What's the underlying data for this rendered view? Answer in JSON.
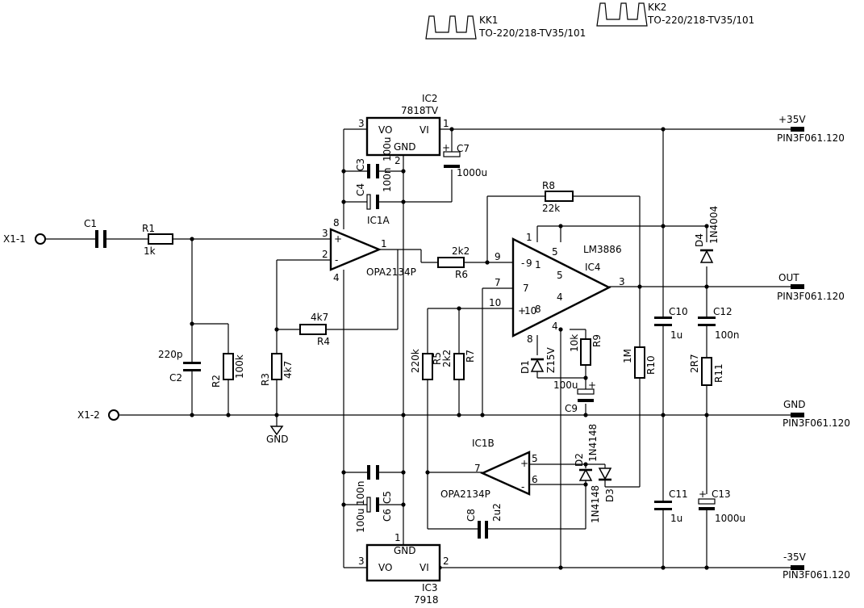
{
  "heatsinks": [
    {
      "ref": "KK1",
      "package": "TO-220/218-TV35/101"
    },
    {
      "ref": "KK2",
      "package": "TO-220/218-TV35/101"
    }
  ],
  "connectors": {
    "x1_1": "X1-1",
    "x1_2": "X1-2",
    "pos": {
      "net": "+35V",
      "part": "PIN3F061.120"
    },
    "out": {
      "net": "OUT",
      "part": "PIN3F061.120"
    },
    "gnd": {
      "net": "GND",
      "part": "PIN3F061.120"
    },
    "neg": {
      "net": "-35V",
      "part": "PIN3F061.120"
    }
  },
  "regulators": {
    "ic2": {
      "ref": "IC2",
      "part": "7818TV",
      "vo": "VO",
      "vi": "VI",
      "gnd": "GND",
      "pin_vo": "3",
      "pin_vi": "1",
      "pin_gnd": "2"
    },
    "ic3": {
      "ref": "IC3",
      "part": "7918",
      "vo": "VO",
      "vi": "VI",
      "gnd": "GND",
      "pin_vo": "3",
      "pin_vi": "2",
      "pin_gnd": "1"
    }
  },
  "opamps": {
    "ic1a": {
      "ref": "IC1A",
      "part": "OPA2134P",
      "pin_plus": "3",
      "pin_minus": "2",
      "pin_out": "1",
      "pin_vcc": "8",
      "pin_vee": "4"
    },
    "ic1b": {
      "ref": "IC1B",
      "part": "OPA2134P",
      "pin_plus": "5",
      "pin_minus": "6",
      "pin_out": "7"
    }
  },
  "power_amp": {
    "ref": "IC4",
    "part": "LM3886",
    "pins": {
      "p1": "1",
      "p5": "5",
      "p9": "9",
      "p7": "7",
      "p10": "10",
      "p8": "8",
      "p4": "4",
      "p3": "3"
    },
    "inner": {
      "minus": "-",
      "plus": "+",
      "n9": "9",
      "n1": "1",
      "n5": "5",
      "n7": "7",
      "n4": "4",
      "n10": "10",
      "n8": "8"
    }
  },
  "resistors": [
    {
      "ref": "R1",
      "value": "1k"
    },
    {
      "ref": "R2",
      "value": "100k"
    },
    {
      "ref": "R3",
      "value": "4k7"
    },
    {
      "ref": "R4",
      "value": "4k7"
    },
    {
      "ref": "R5",
      "value": "220k"
    },
    {
      "ref": "R6",
      "value": "2k2"
    },
    {
      "ref": "R7",
      "value": "2k2"
    },
    {
      "ref": "R8",
      "value": "22k"
    },
    {
      "ref": "R9",
      "value": "10k"
    },
    {
      "ref": "R10",
      "value": "1M"
    },
    {
      "ref": "R11",
      "value": "2R7"
    }
  ],
  "capacitors": [
    {
      "ref": "C1",
      "value": ""
    },
    {
      "ref": "C2",
      "value": "220p"
    },
    {
      "ref": "C3",
      "value": "100n"
    },
    {
      "ref": "C4",
      "value": "100u"
    },
    {
      "ref": "C5",
      "value": "100n"
    },
    {
      "ref": "C6",
      "value": "100u"
    },
    {
      "ref": "C7",
      "value": "1000u"
    },
    {
      "ref": "C8",
      "value": "2u2"
    },
    {
      "ref": "C9",
      "value": "100u"
    },
    {
      "ref": "C10",
      "value": "1u"
    },
    {
      "ref": "C11",
      "value": "1u"
    },
    {
      "ref": "C12",
      "value": "100n"
    },
    {
      "ref": "C13",
      "value": "1000u"
    }
  ],
  "diodes": [
    {
      "ref": "D1",
      "value": "Z15V"
    },
    {
      "ref": "D2",
      "value": "1N4148"
    },
    {
      "ref": "D3",
      "value": "1N4148"
    },
    {
      "ref": "D4",
      "value": "1N4004"
    }
  ],
  "ground_symbol": "GND",
  "polarity": {
    "plus": "+",
    "minus": "-"
  }
}
